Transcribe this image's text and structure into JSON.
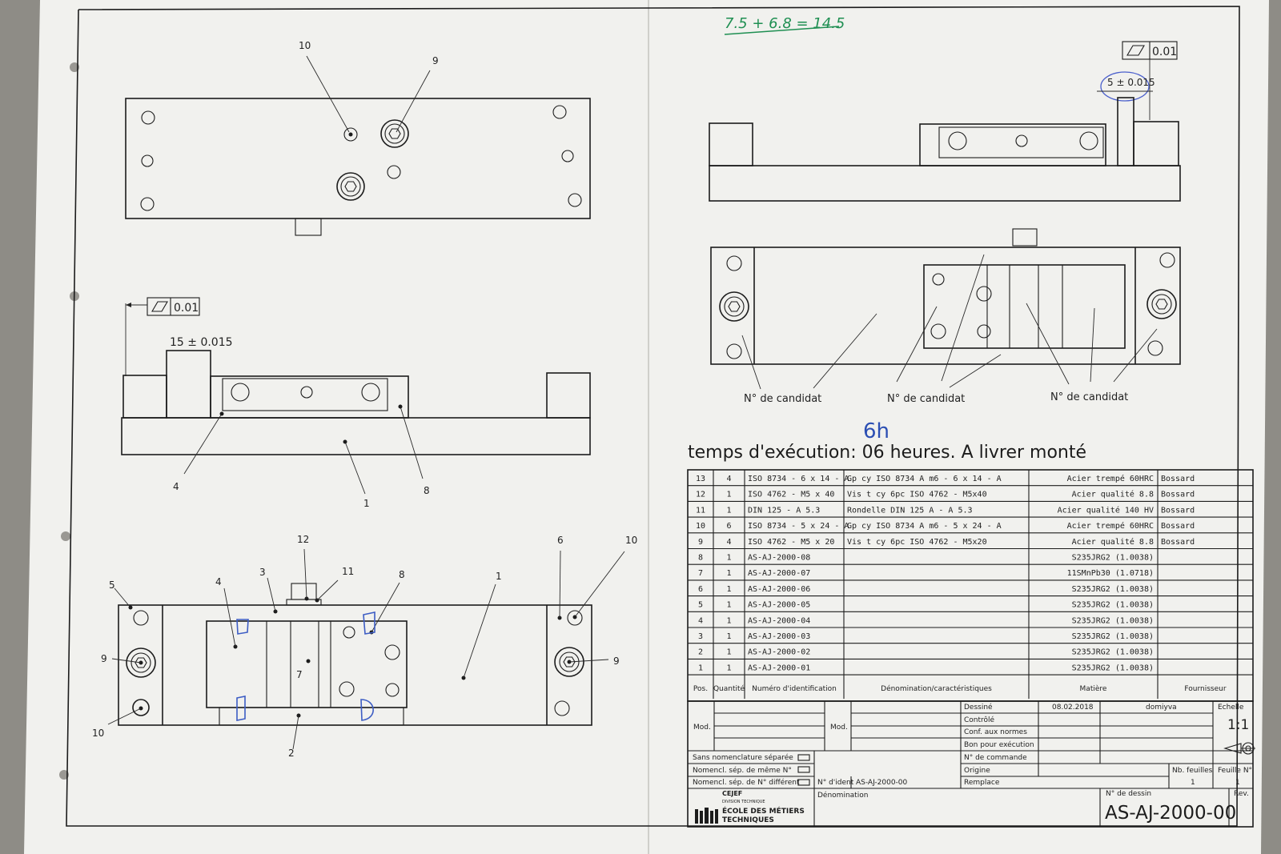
{
  "handwritten": {
    "sum_formula": "7.5 + 6.8 = 14.5",
    "hours_note": "6h"
  },
  "left_views": {
    "top_view_balloons": [
      "10",
      "9"
    ],
    "side_view": {
      "tolerance_frame": "0.01",
      "dimension": "15 ± 0.015",
      "balloons": [
        "4",
        "1",
        "8"
      ]
    },
    "front_view_balloons": [
      "12",
      "11",
      "3",
      "4",
      "8",
      "1",
      "6",
      "10",
      "5",
      "9",
      "9",
      "7",
      "2",
      "10"
    ]
  },
  "right_views": {
    "tolerance_frame": "0.01",
    "dimension": "5 ± 0.015",
    "candidate_labels": [
      "N° de candidat",
      "N° de candidat",
      "N° de candidat"
    ]
  },
  "instruction": "temps d'exécution: 06 heures. A livrer monté",
  "bom": {
    "headers": [
      "Pos.",
      "Quantité",
      "Numéro d'identification",
      "Dénomination/caractéristiques",
      "Matière",
      "Fournisseur"
    ],
    "rows": [
      [
        "13",
        "4",
        "ISO 8734 - 6 x 14 - A",
        "Gp cy ISO 8734 A m6 - 6 x 14 - A",
        "Acier trempé 60HRC",
        "Bossard"
      ],
      [
        "12",
        "1",
        "ISO 4762 - M5 x 40",
        "Vis t cy 6pc ISO 4762 - M5x40",
        "Acier qualité 8.8",
        "Bossard"
      ],
      [
        "11",
        "1",
        "DIN 125 - A 5.3",
        "Rondelle DIN 125 A - A 5.3",
        "Acier qualité 140 HV",
        "Bossard"
      ],
      [
        "10",
        "6",
        "ISO 8734 - 5 x 24 - A",
        "Gp cy ISO 8734 A m6 - 5 x 24 - A",
        "Acier trempé 60HRC",
        "Bossard"
      ],
      [
        "9",
        "4",
        "ISO 4762 - M5 x 20",
        "Vis t cy 6pc ISO 4762 - M5x20",
        "Acier qualité 8.8",
        "Bossard"
      ],
      [
        "8",
        "1",
        "AS-AJ-2000-08",
        "",
        "S235JRG2 (1.0038)",
        ""
      ],
      [
        "7",
        "1",
        "AS-AJ-2000-07",
        "",
        "11SMnPb30 (1.0718)",
        ""
      ],
      [
        "6",
        "1",
        "AS-AJ-2000-06",
        "",
        "S235JRG2 (1.0038)",
        ""
      ],
      [
        "5",
        "1",
        "AS-AJ-2000-05",
        "",
        "S235JRG2 (1.0038)",
        ""
      ],
      [
        "4",
        "1",
        "AS-AJ-2000-04",
        "",
        "S235JRG2 (1.0038)",
        ""
      ],
      [
        "3",
        "1",
        "AS-AJ-2000-03",
        "",
        "S235JRG2 (1.0038)",
        ""
      ],
      [
        "2",
        "1",
        "AS-AJ-2000-02",
        "",
        "S235JRG2 (1.0038)",
        ""
      ],
      [
        "1",
        "1",
        "AS-AJ-2000-01",
        "",
        "S235JRG2 (1.0038)",
        ""
      ]
    ]
  },
  "title_block": {
    "mod_label_1": "Mod.",
    "mod_label_2": "Mod.",
    "dessine": "Dessiné",
    "date": "08.02.2018",
    "author": "domiyva",
    "controle": "Contrôlé",
    "conf_normes": "Conf. aux normes",
    "bon_execution": "Bon pour exécution",
    "no_commande": "N° de commande",
    "origine": "Origine",
    "remplace": "Remplace",
    "echelle_label": "Echelle",
    "echelle": "1:1",
    "nb_feuilles_label": "Nb. feuilles",
    "nb_feuilles": "1",
    "feuille_label": "Feuille N°",
    "feuille": "1",
    "sans_nomenclature": "Sans nomenclature séparée",
    "nomencl_meme": "Nomencl. sép. de même N°",
    "nomencl_diff": "Nomencl. sép. de N° différent",
    "no_ident_label": "N° d'ident",
    "no_ident": "AS-AJ-2000-00",
    "denomination_label": "Dénomination",
    "school_top": "CEJEF",
    "school_sub": "DIVISION TECHNIQUE",
    "school_line1": "ÉCOLE DES MÉTIERS",
    "school_line2": "TECHNIQUES",
    "no_dessin_label": "N° de dessin",
    "no_dessin": "AS-AJ-2000-00",
    "rev_label": "Rev."
  }
}
